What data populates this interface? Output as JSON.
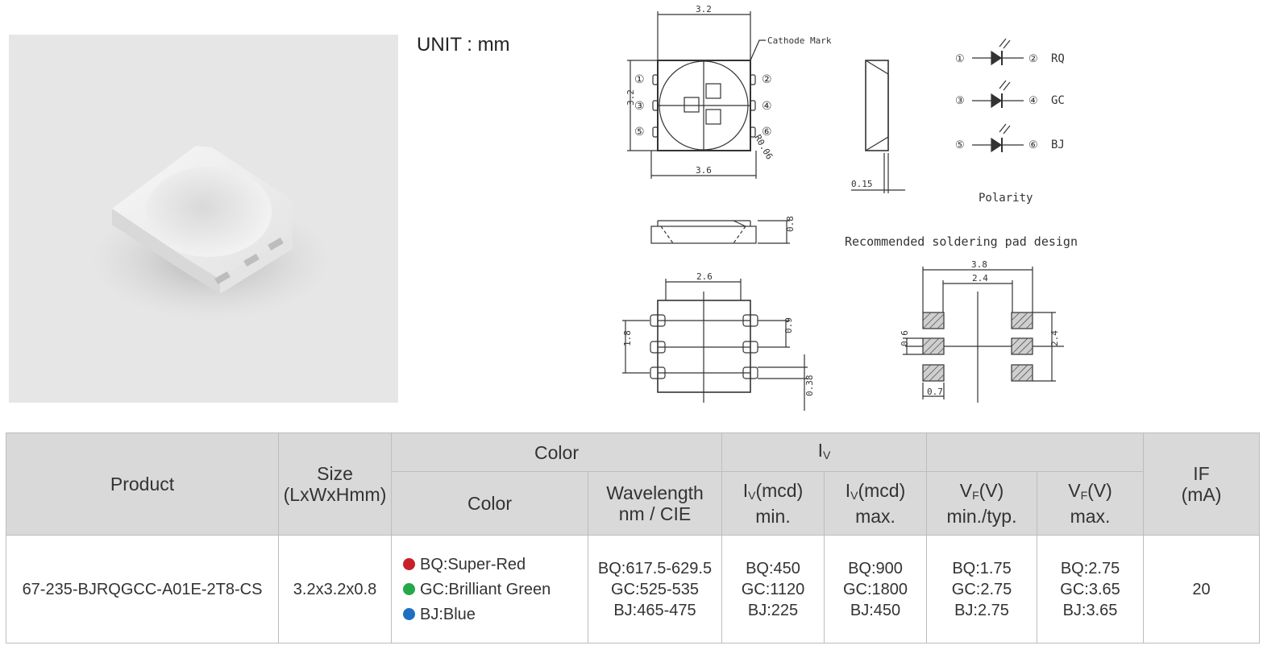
{
  "unit_label": "UNIT : mm",
  "drawing": {
    "top_width": "3.2",
    "cathode_mark": "Cathode Mark",
    "side_height": "3.2",
    "bottom_width": "3.6",
    "radius": "R0.06",
    "side_thickness": "0.15",
    "height": "0.8",
    "lead_span": "2.6",
    "pitch_total": "1.8",
    "pad_pitch": "0.9",
    "lead_width": "0.38",
    "polarity": "Polarity",
    "polarity_rows": [
      {
        "a": "①",
        "b": "②",
        "label": "RQ"
      },
      {
        "a": "③",
        "b": "④",
        "label": "GC"
      },
      {
        "a": "⑤",
        "b": "⑥",
        "label": "BJ"
      }
    ],
    "pins_left": [
      "①",
      "③",
      "⑤"
    ],
    "pins_right": [
      "②",
      "④",
      "⑥"
    ],
    "pad_title": "Recommended soldering pad design",
    "pad_outer": "3.8",
    "pad_inner": "2.4",
    "pad_height": "2.4",
    "pad_size": "0.6",
    "pad_width": "0.7"
  },
  "table": {
    "h_product": "Product",
    "h_size_1": "Size",
    "h_size_2": "(LxWxHmm)",
    "h_color_group": "Color",
    "h_iv_group": "I",
    "h_iv_sub": "V",
    "h_color": "Color",
    "h_wave_1": "Wavelength",
    "h_wave_2": "nm / CIE",
    "h_ivmin_base": "I",
    "h_ivmin_sub": "V",
    "h_ivmin_unit": "(mcd)",
    "h_ivmin_2": "min.",
    "h_ivmax_base": "I",
    "h_ivmax_sub": "V",
    "h_ivmax_unit": "(mcd)",
    "h_ivmax_2": "max.",
    "h_vfmin_base": "V",
    "h_vfmin_sub": "F",
    "h_vfmin_unit": "(V)",
    "h_vfmin_2": "min./typ.",
    "h_vfmax_base": "V",
    "h_vfmax_sub": "F",
    "h_vfmax_unit": "(V)",
    "h_vfmax_2": "max.",
    "h_if_1": "IF",
    "h_if_2": "(mA)",
    "row": {
      "product": "67-235-BJRQGCC-A01E-2T8-CS",
      "size": "3.2x3.2x0.8",
      "colors": [
        {
          "label": "BQ:Super-Red",
          "dot": "#c8202a"
        },
        {
          "label": "GC:Brilliant Green",
          "dot": "#23a94a"
        },
        {
          "label": "BJ:Blue",
          "dot": "#1f6fc0"
        }
      ],
      "wavelength": [
        "BQ:617.5-629.5",
        "GC:525-535",
        "BJ:465-475"
      ],
      "iv_min": [
        "BQ:450",
        "GC:1120",
        "BJ:225"
      ],
      "iv_max": [
        "BQ:900",
        "GC:1800",
        "BJ:450"
      ],
      "vf_min": [
        "BQ:1.75",
        "GC:2.75",
        "BJ:2.75"
      ],
      "vf_max": [
        "BQ:2.75",
        "GC:3.65",
        "BJ:3.65"
      ],
      "if": "20"
    }
  }
}
